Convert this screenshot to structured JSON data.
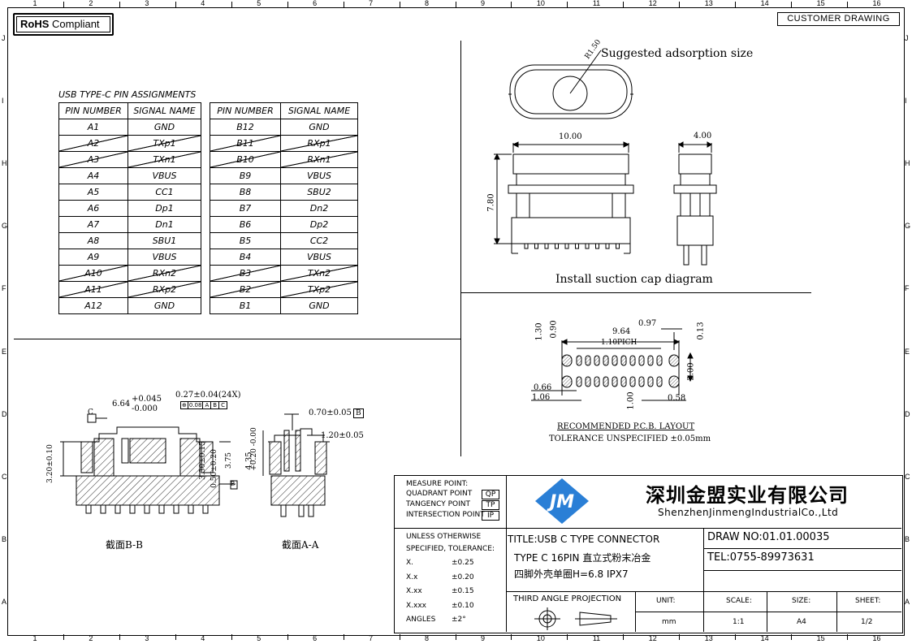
{
  "header": {
    "rohs_bold": "RoHS",
    "rohs_text": "Compliant",
    "customer_drawing": "CUSTOMER DRAWING"
  },
  "zones": {
    "columns": [
      "1",
      "2",
      "3",
      "4",
      "5",
      "6",
      "7",
      "8",
      "9",
      "10",
      "11",
      "12",
      "13",
      "14",
      "15",
      "16"
    ],
    "rows": [
      "J",
      "I",
      "H",
      "G",
      "F",
      "E",
      "D",
      "C",
      "B",
      "A"
    ]
  },
  "pin_table": {
    "title": "USB TYPE-C PIN ASSIGNMENTS",
    "col_pin": "PIN NUMBER",
    "col_signal": "SIGNAL NAME",
    "left": [
      {
        "pin": "A1",
        "signal": "GND",
        "struck": false
      },
      {
        "pin": "A2",
        "signal": "TXp1",
        "struck": true
      },
      {
        "pin": "A3",
        "signal": "TXn1",
        "struck": true
      },
      {
        "pin": "A4",
        "signal": "VBUS",
        "struck": false
      },
      {
        "pin": "A5",
        "signal": "CC1",
        "struck": false
      },
      {
        "pin": "A6",
        "signal": "Dp1",
        "struck": false
      },
      {
        "pin": "A7",
        "signal": "Dn1",
        "struck": false
      },
      {
        "pin": "A8",
        "signal": "SBU1",
        "struck": false
      },
      {
        "pin": "A9",
        "signal": "VBUS",
        "struck": false
      },
      {
        "pin": "A10",
        "signal": "RXn2",
        "struck": true
      },
      {
        "pin": "A11",
        "signal": "RXp2",
        "struck": true
      },
      {
        "pin": "A12",
        "signal": "GND",
        "struck": false
      }
    ],
    "right": [
      {
        "pin": "B12",
        "signal": "GND",
        "struck": false
      },
      {
        "pin": "B11",
        "signal": "RXp1",
        "struck": true
      },
      {
        "pin": "B10",
        "signal": "RXn1",
        "struck": true
      },
      {
        "pin": "B9",
        "signal": "VBUS",
        "struck": false
      },
      {
        "pin": "B8",
        "signal": "SBU2",
        "struck": false
      },
      {
        "pin": "B7",
        "signal": "Dn2",
        "struck": false
      },
      {
        "pin": "B6",
        "signal": "Dp2",
        "struck": false
      },
      {
        "pin": "B5",
        "signal": "CC2",
        "struck": false
      },
      {
        "pin": "B4",
        "signal": "VBUS",
        "struck": false
      },
      {
        "pin": "B3",
        "signal": "TXn2",
        "struck": true
      },
      {
        "pin": "B2",
        "signal": "TXp2",
        "struck": true
      },
      {
        "pin": "B1",
        "signal": "GND",
        "struck": false
      }
    ]
  },
  "suction": {
    "radius_label": "R1.50",
    "adsorption_label": "Suggested adsorption size",
    "width_dim": "10.00",
    "height_dim": "7.80",
    "side_dim": "4.00",
    "caption": "Install suction cap diagram"
  },
  "pcb": {
    "dim_130": "1.30",
    "dim_090": "0.90",
    "dim_964": "9.64",
    "dim_097": "0.97",
    "dim_013": "0.13",
    "dim_pitch": "1.10PICH",
    "dim_200": "2.00",
    "dim_066": "0.66",
    "dim_106": "1.06",
    "dim_100": "1.00",
    "dim_058": "0.58",
    "caption1": "RECOMMENDED  P.C.B. LAYOUT",
    "caption2": "TOLERANCE UNSPECIFIED ±0.05mm"
  },
  "section_bb": {
    "ref": "C",
    "dim_width": "6.64",
    "dim_width_tol_up": "+0.045",
    "dim_width_tol_dn": "-0.000",
    "dim_pin": "0.27±0.04(24X)",
    "gtol_a": "⊕",
    "gtol_b": "0.08",
    "gtol_c": "A",
    "gtol_d": "B",
    "gtol_e": "C",
    "dim_320": "3.20±0.10",
    "dim_330": "3.30±0.15",
    "dim_050": "0.50±0.20",
    "dim_375": "3.75",
    "ref_b": "B",
    "label": "截面B-B"
  },
  "section_aa": {
    "dim_070": "0.70±0.05",
    "ref": "B",
    "dim_120": "1.20±0.05",
    "dim_435": "4.35",
    "dim_435_tol": "+0.20 -0.00",
    "label": "截面A-A"
  },
  "title_block": {
    "measure_title": "MEASURE POINT:",
    "measure_rows": [
      {
        "label": "QUADRANT POINT",
        "code": "QP"
      },
      {
        "label": "TANGENCY POINT",
        "code": "TP"
      },
      {
        "label": "INTERSECTION POINT",
        "code": "IP"
      }
    ],
    "company_cn": "深圳金盟实业有限公司",
    "company_en": "ShenzhenJinmengIndustrialCo.,Ltd",
    "tol_title1": "UNLESS OTHERWISE",
    "tol_title2": "SPECIFIED, TOLERANCE:",
    "tolerances": [
      {
        "k": "X.",
        "v": "±0.25"
      },
      {
        "k": "X.x",
        "v": "±0.20"
      },
      {
        "k": "X.xx",
        "v": "±0.15"
      },
      {
        "k": "X.xxx",
        "v": "±0.10"
      },
      {
        "k": "ANGLES",
        "v": "±2°"
      }
    ],
    "title_line1": "TITLE:USB C TYPE CONNECTOR",
    "title_line2": "TYPE C 16PIN 直立式粉末冶金",
    "title_line3": "四脚外壳单圈H=6.8 IPX7",
    "draw_no": "DRAW NO:01.01.00035",
    "tel": "TEL:0755-89973631",
    "projection": "THIRD ANGLE PROJECTION",
    "unit_label": "UNIT:",
    "unit_value": "mm",
    "scale_label": "SCALE:",
    "scale_value": "1:1",
    "size_label": "SIZE:",
    "size_value": "A4",
    "sheet_label": "SHEET:",
    "sheet_value": "1/2"
  }
}
